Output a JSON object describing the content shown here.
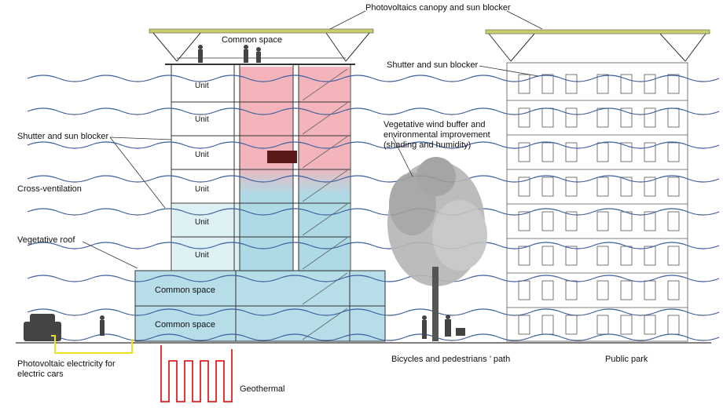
{
  "labels": {
    "pv_canopy": "Photovoltaics canopy and sun blocker",
    "common_space_roof": "Common space",
    "shutter_right": "Shutter and sun blocker",
    "shutter_left": "Shutter and sun blocker",
    "vegetative_buffer": "Vegetative wind buffer and environmental improvement (shading and humidity)",
    "cross_ventilation": "Cross-ventilation",
    "vegetative_roof": "Vegetative roof",
    "pv_electricity": "Photovoltaic electricity for electric cars",
    "geothermal": "Geothermal",
    "bike_path": "Bicycles and pedestrians ’ path",
    "public_park": "Public park"
  },
  "units": [
    "Unit",
    "Unit",
    "Unit",
    "Unit",
    "Unit",
    "Unit"
  ],
  "common_spaces": [
    "Common space",
    "Common space"
  ],
  "colors": {
    "warm_zone": "#f2a7b0",
    "cool_zone": "#9fd3e0",
    "wind_waves": "#3d5fa0",
    "geothermal_pipe": "#e02020",
    "pv_panel": "#c8cf6a",
    "ev_cable": "#f0e020",
    "line": "#333333"
  }
}
